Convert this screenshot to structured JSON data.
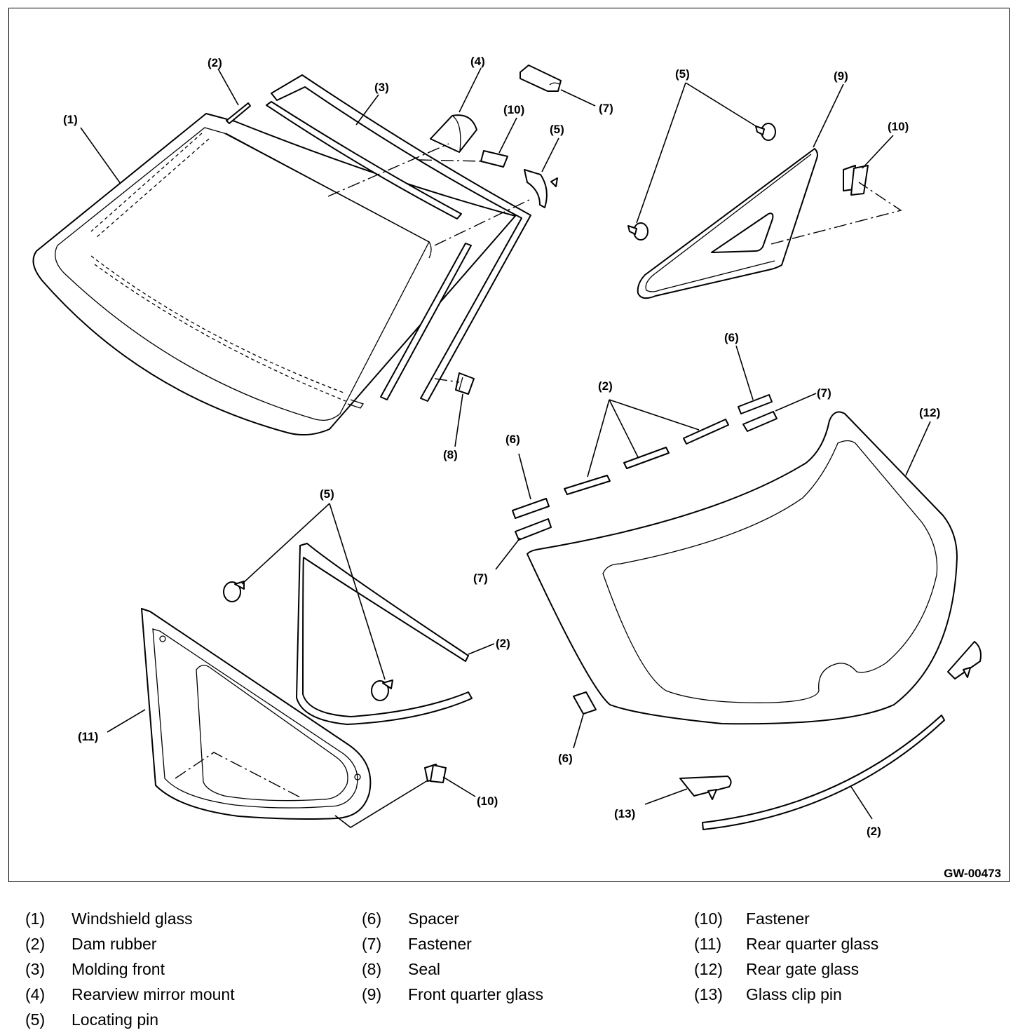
{
  "figure_id": "GW-00473",
  "callouts": {
    "c1": "(1)",
    "c2a": "(2)",
    "c3": "(3)",
    "c4": "(4)",
    "c7a": "(7)",
    "c10a": "(10)",
    "c5a": "(5)",
    "c8": "(8)",
    "c5b": "(5)",
    "c9": "(9)",
    "c10b": "(10)",
    "c6a": "(6)",
    "c2b": "(2)",
    "c7b": "(7)",
    "c12": "(12)",
    "c6b": "(6)",
    "c7c": "(7)",
    "c5c": "(5)",
    "c2c": "(2)",
    "c11": "(11)",
    "c10c": "(10)",
    "c6c": "(6)",
    "c13": "(13)",
    "c2d": "(2)"
  },
  "legend": [
    {
      "num": "(1)",
      "label": "Windshield glass"
    },
    {
      "num": "(2)",
      "label": "Dam rubber"
    },
    {
      "num": "(3)",
      "label": "Molding front"
    },
    {
      "num": "(4)",
      "label": "Rearview mirror mount"
    },
    {
      "num": "(5)",
      "label": "Locating pin"
    },
    {
      "num": "(6)",
      "label": "Spacer"
    },
    {
      "num": "(7)",
      "label": "Fastener"
    },
    {
      "num": "(8)",
      "label": "Seal"
    },
    {
      "num": "(9)",
      "label": "Front quarter glass"
    },
    {
      "num": "(10)",
      "label": "Fastener"
    },
    {
      "num": "(11)",
      "label": "Rear quarter glass"
    },
    {
      "num": "(12)",
      "label": "Rear gate glass"
    },
    {
      "num": "(13)",
      "label": "Glass clip pin"
    }
  ]
}
